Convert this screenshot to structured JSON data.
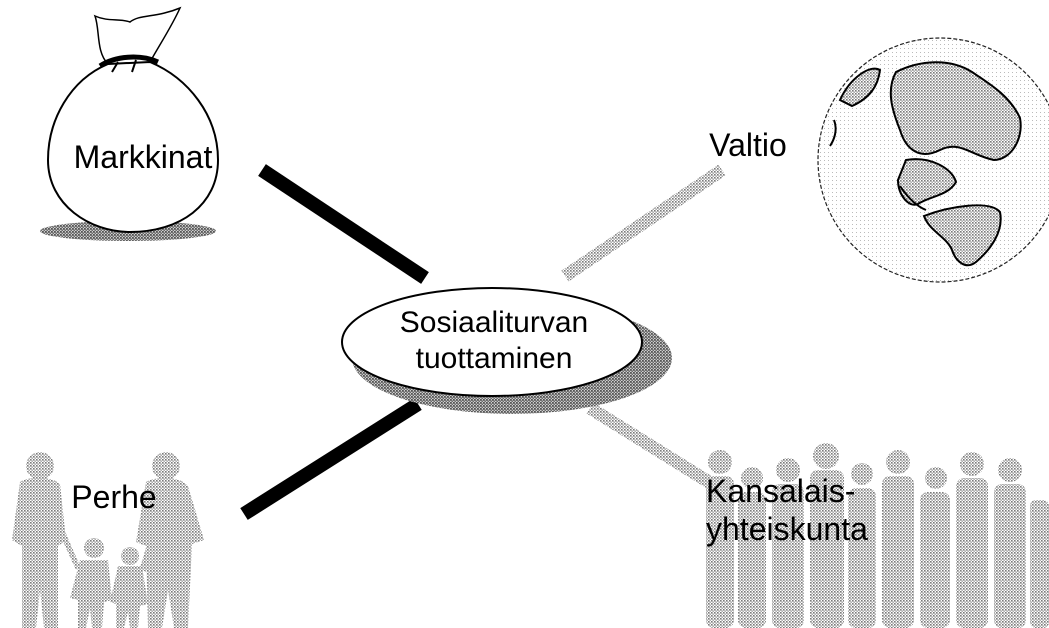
{
  "center": {
    "line1": "Sosiaaliturvan",
    "line2": "tuottaminen"
  },
  "nodes": {
    "market": {
      "label": "Markkinat",
      "icon": "money-bag-icon"
    },
    "state": {
      "label": "Valtio",
      "icon": "globe-icon"
    },
    "family": {
      "label": "Perhe",
      "icon": "family-silhouette-icon"
    },
    "civil": {
      "line1": "Kansalais-",
      "line2": "yhteiskunta",
      "icon": "crowd-silhouette-icon"
    }
  },
  "colors": {
    "ink": "#000000",
    "dots": "#8c8c8c",
    "paper": "#ffffff"
  }
}
